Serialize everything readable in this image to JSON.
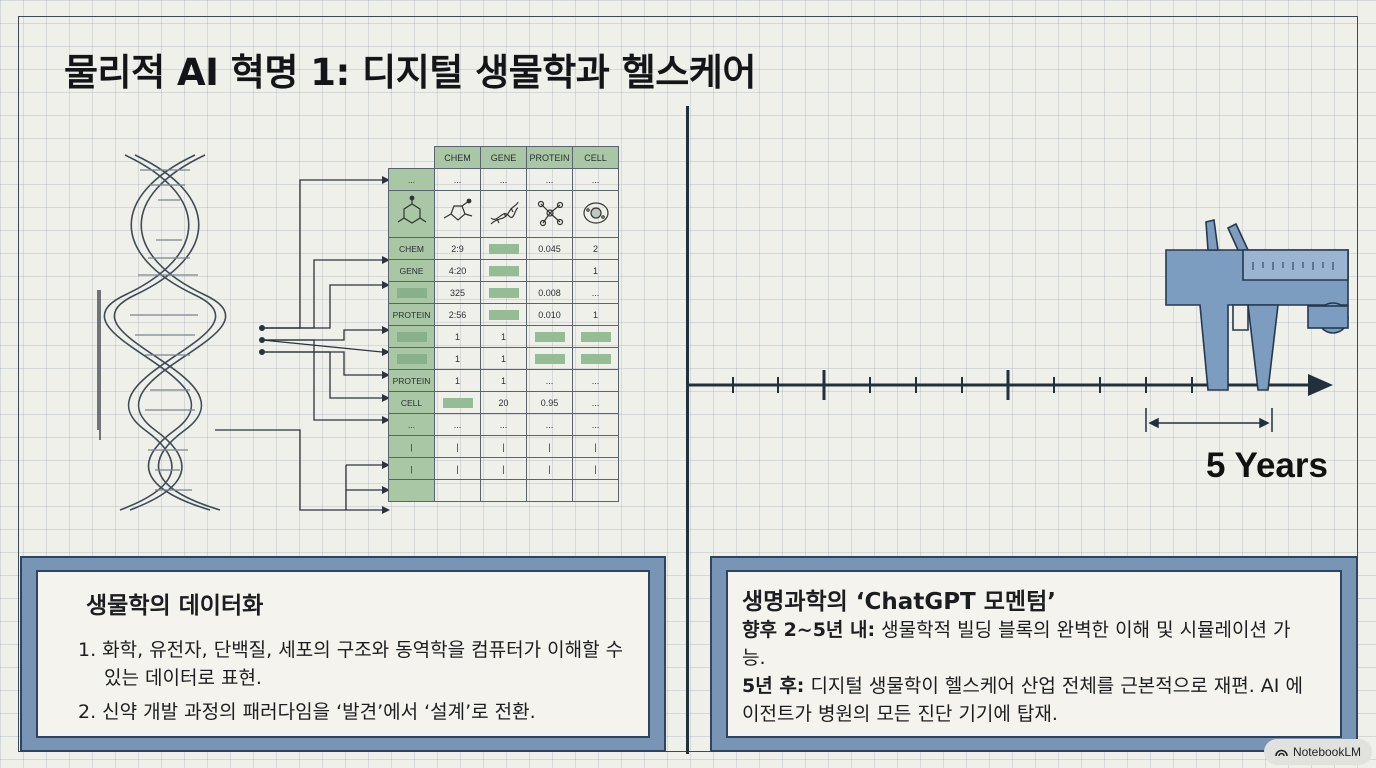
{
  "slide": {
    "title": "물리적 AI 혁명 1: 디지털 생물학과 헬스케어"
  },
  "table": {
    "headers": [
      "CHEM",
      "GENE",
      "PROTEIN",
      "CELL"
    ],
    "icon_row": [
      "molecule-icon",
      "molecule-ring-icon",
      "dna-icon",
      "molecule-network-icon",
      "cell-icon"
    ],
    "rows": [
      [
        "...",
        "...",
        "...",
        "...",
        "..."
      ],
      [
        "CHEM",
        "2:9",
        "",
        "0.045",
        "2"
      ],
      [
        "GENE",
        "4:20",
        "",
        "",
        "1"
      ],
      [
        "",
        "325",
        "",
        "0.008",
        "..."
      ],
      [
        "PROTEIN",
        "2:56",
        "",
        "0.010",
        "1"
      ],
      [
        "",
        "1",
        "1",
        "",
        ""
      ],
      [
        "",
        "1",
        "1",
        "",
        ""
      ],
      [
        "PROTEIN",
        "1",
        "1",
        "...",
        "..."
      ],
      [
        "CELL",
        "",
        "20",
        "0.95",
        "..."
      ],
      [
        "...",
        "...",
        "...",
        "...",
        "..."
      ],
      [
        "|",
        "|",
        "|",
        "|",
        "|"
      ],
      [
        "|",
        "|",
        "|",
        "|",
        "|"
      ],
      [
        "",
        "",
        "",
        "",
        ""
      ]
    ]
  },
  "timeline": {
    "span_label": "5 Years"
  },
  "left_box": {
    "title": "생물학의 데이터화",
    "items": [
      "1. 화학, 유전자, 단백질, 세포의 구조와 동역학을 컴퓨터가 이해할 수 있는 데이터로 표현.",
      "2. 신약 개발 과정의 패러다임을 ‘발견’에서 ‘설계’로 전환."
    ]
  },
  "right_box": {
    "title": "생명과학의 ‘ChatGPT 모멘텀’",
    "p1_label": "향후 2~5년 내:",
    "p1_text": " 생물학적 빌딩 블록의 완벽한 이해 및 시뮬레이션 가능.",
    "p2_label": "5년 후:",
    "p2_text": " 디지털 생물학이 헬스케어 산업 전체를 근본적으로 재편. AI 에이전트가 병원의 모든 진단 기기에 탑재."
  },
  "badge": {
    "label": "NotebookLM"
  },
  "colors": {
    "table_green": "#a9c6a5",
    "box_blue": "#7895b6",
    "line_dark": "#22303e"
  }
}
